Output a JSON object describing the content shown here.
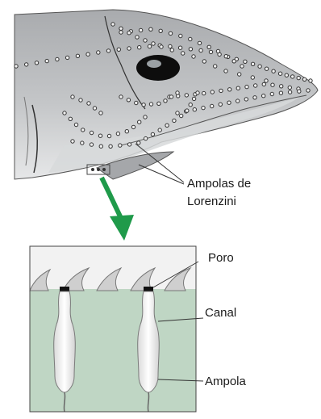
{
  "labels": {
    "ampullae_line1": "Ampolas de",
    "ampullae_line2": "Lorenzini",
    "pore": "Poro",
    "canal": "Canal",
    "ampulla": "Ampola"
  },
  "colors": {
    "shark_skin": "#b9bbbd",
    "shark_belly": "#dcdedf",
    "pore_dots": "#3a3a3a",
    "arrow": "#1f9a4a",
    "tissue": "#bfd6c4",
    "ampulla_fill": "#f4f4f4"
  }
}
